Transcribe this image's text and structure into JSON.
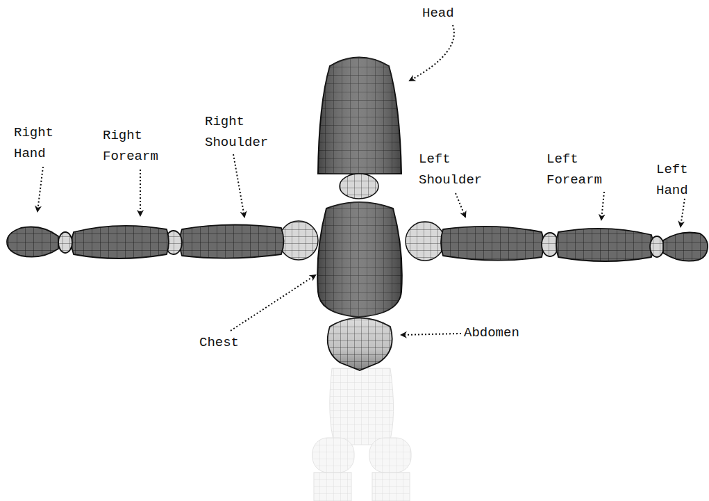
{
  "diagram": {
    "labels": [
      "Head",
      "Right Hand",
      "Right Forearm",
      "Right Shoulder",
      "Left Shoulder",
      "Left Forearm",
      "Left Hand",
      "Chest",
      "Abdomen"
    ]
  }
}
